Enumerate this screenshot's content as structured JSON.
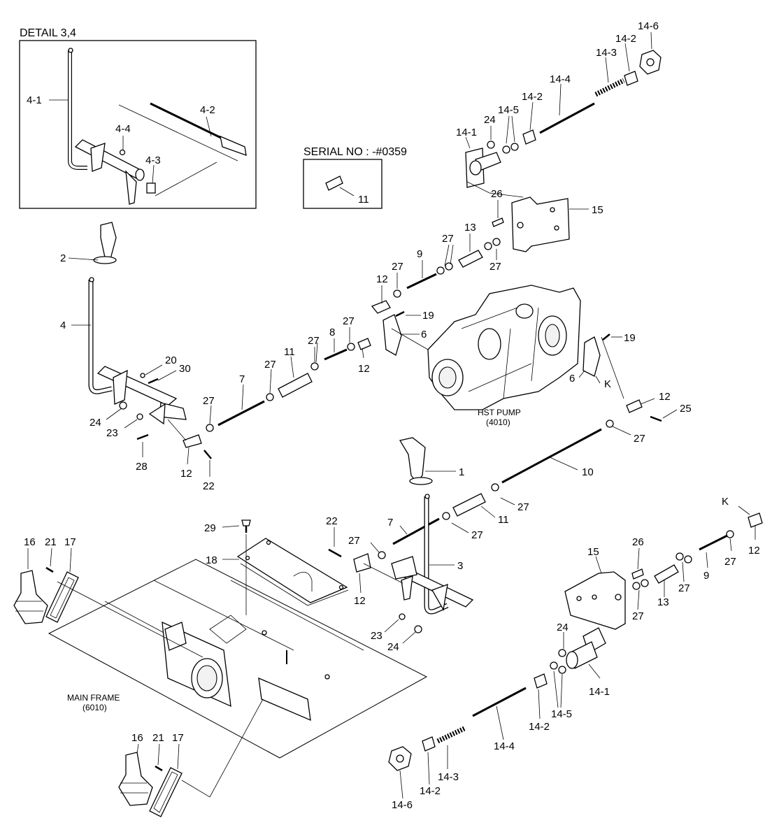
{
  "detail_title": "DETAIL 3,4",
  "serial_note": "SERIAL NO : -#0359",
  "assemblies": {
    "hst_pump": [
      "HST PUMP",
      "(4010)"
    ],
    "main_frame": [
      "MAIN FRAME",
      "(6010)"
    ]
  },
  "callouts": {
    "d_4_1": "4-1",
    "d_4_2": "4-2",
    "d_4_3": "4-3",
    "d_4_4": "4-4",
    "s_11": "11",
    "t_14_6": "14-6",
    "t_14_2a": "14-2",
    "t_14_3": "14-3",
    "t_14_4": "14-4",
    "t_14_2b": "14-2",
    "t_14_5": "14-5",
    "t_24": "24",
    "t_14_1": "14-1",
    "t_26": "26",
    "t_15": "15",
    "t_13": "13",
    "t_27a": "27",
    "t_27b": "27",
    "t_9": "9",
    "t_27c": "27",
    "t_12a": "12",
    "t_19a": "19",
    "t_6a": "6",
    "t_27d": "27",
    "t_8": "8",
    "t_27e": "27",
    "t_12b": "12",
    "l_2": "2",
    "l_4": "4",
    "l_20": "20",
    "l_30": "30",
    "l_7": "7",
    "l_27f": "27",
    "l_11": "11",
    "l_27g": "27",
    "l_24": "24",
    "l_23": "23",
    "l_28": "28",
    "l_12c": "12",
    "l_22": "22",
    "r_19b": "19",
    "r_6b": "6",
    "r_K": "K",
    "r_12d": "12",
    "r_25": "25",
    "r_27h": "27",
    "m_1": "1",
    "m_10": "10",
    "m_27i": "27",
    "m_11": "11",
    "m_27j": "27",
    "m_22": "22",
    "m_7": "7",
    "m_27k": "27",
    "m_3": "3",
    "m_12": "12",
    "m_23": "23",
    "m_24": "24",
    "m_29": "29",
    "m_18": "18",
    "f_16a": "16",
    "f_21a": "21",
    "f_17a": "17",
    "f_16b": "16",
    "f_21b": "21",
    "f_17b": "17",
    "b_K": "K",
    "b_12": "12",
    "b_26": "26",
    "b_15": "15",
    "b_9": "9",
    "b_27a": "27",
    "b_13": "13",
    "b_27b": "27",
    "b_27c": "27",
    "b_24": "24",
    "b_14_1": "14-1",
    "b_14_5": "14-5",
    "b_14_2a": "14-2",
    "b_14_4": "14-4",
    "b_14_3": "14-3",
    "b_14_2b": "14-2",
    "b_14_6": "14-6"
  }
}
